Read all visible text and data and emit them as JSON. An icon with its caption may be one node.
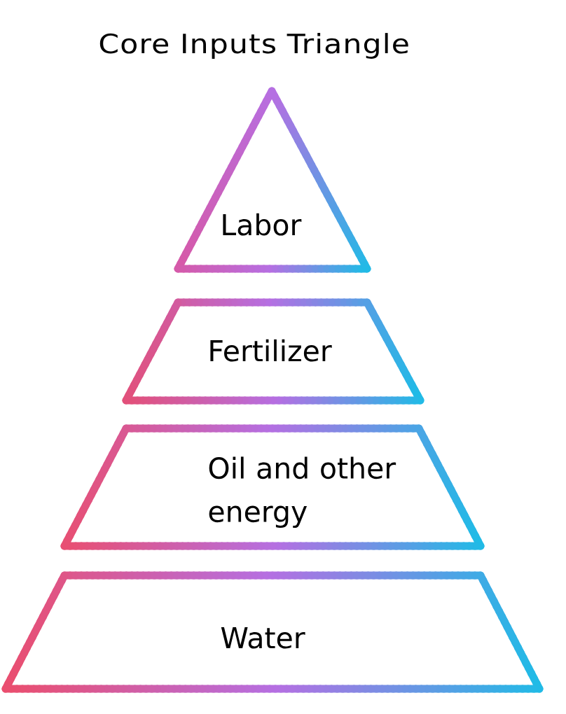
{
  "diagram": {
    "title": "Core Inputs Triangle",
    "nodes": [
      {
        "text": [
          "Labor"
        ]
      },
      {
        "text": [
          "Fertilizer"
        ]
      },
      {
        "text": [
          "Oil and other energy"
        ]
      },
      {
        "text": [
          "Water"
        ]
      }
    ]
  }
}
